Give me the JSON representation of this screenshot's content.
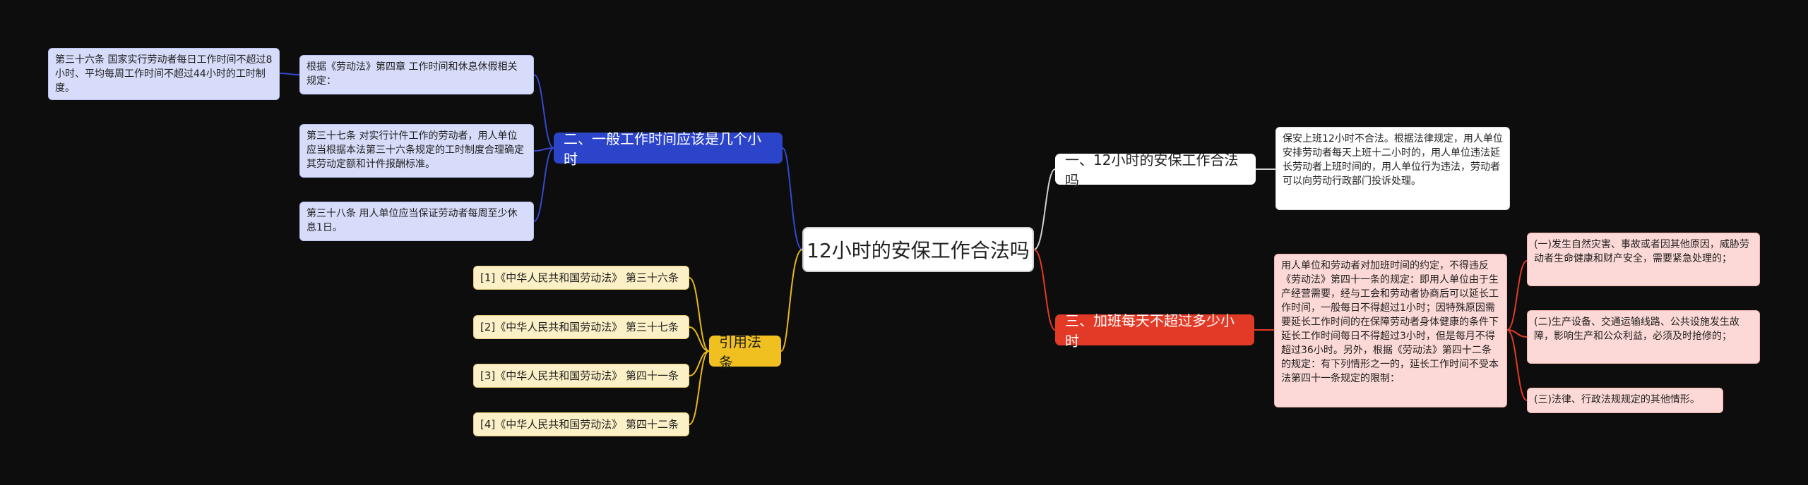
{
  "center": "12小时的安保工作合法吗",
  "branches": {
    "general_hours": {
      "label": "二、一般工作时间应该是几个小时",
      "items": [
        "根据《劳动法》第四章 工作时间和休息休假相关规定：",
        "第三十七条 对实行计件工作的劳动者，用人单位应当根据本法第三十六条规定的工时制度合理确定其劳动定额和计件报酬标准。",
        "第三十八条 用人单位应当保证劳动者每周至少休息1日。"
      ],
      "sub": "第三十六条 国家实行劳动者每日工作时间不超过8小时、平均每周工作时间不超过44小时的工时制度。"
    },
    "citations": {
      "label": "引用法条",
      "items": [
        "[1]《中华人民共和国劳动法》 第三十六条",
        "[2]《中华人民共和国劳动法》 第三十七条",
        "[3]《中华人民共和国劳动法》 第四十一条",
        "[4]《中华人民共和国劳动法》 第四十二条"
      ]
    },
    "legality": {
      "label": "一、12小时的安保工作合法吗",
      "detail": "保安上班12小时不合法。根据法律规定，用人单位安排劳动者每天上班十二小时的，用人单位违法延长劳动者上班时间的，用人单位行为违法，劳动者可以向劳动行政部门投诉处理。"
    },
    "overtime": {
      "label": "三、加班每天不超过多少小时",
      "detail": "用人单位和劳动者对加班时间的约定，不得违反《劳动法》第四十一条的规定：即用人单位由于生产经营需要，经与工会和劳动者协商后可以延长工作时间，一般每日不得超过1小时；因特殊原因需要延长工作时间的在保障劳动者身体健康的条件下延长工作时间每日不得超过3小时，但是每月不得超过36小时。另外，根据《劳动法》第四十二条的规定：有下列情形之一的，延长工作时间不受本法第四十一条规定的限制：",
      "items": [
        "(一)发生自然灾害、事故或者因其他原因，威胁劳动者生命健康和财产安全，需要紧急处理的；",
        "(二)生产设备、交通运输线路、公共设施发生故障，影响生产和公众利益，必须及时抢修的；",
        "(三)法律、行政法规规定的其他情形。"
      ]
    }
  },
  "colors": {
    "background": "#0d0d0d",
    "blue": "#2c44c9",
    "yellow": "#f0c020",
    "red": "#e23a27",
    "lavender": "#d6dcf9",
    "cream": "#fcf0c6",
    "pink": "#fcd9d6"
  }
}
